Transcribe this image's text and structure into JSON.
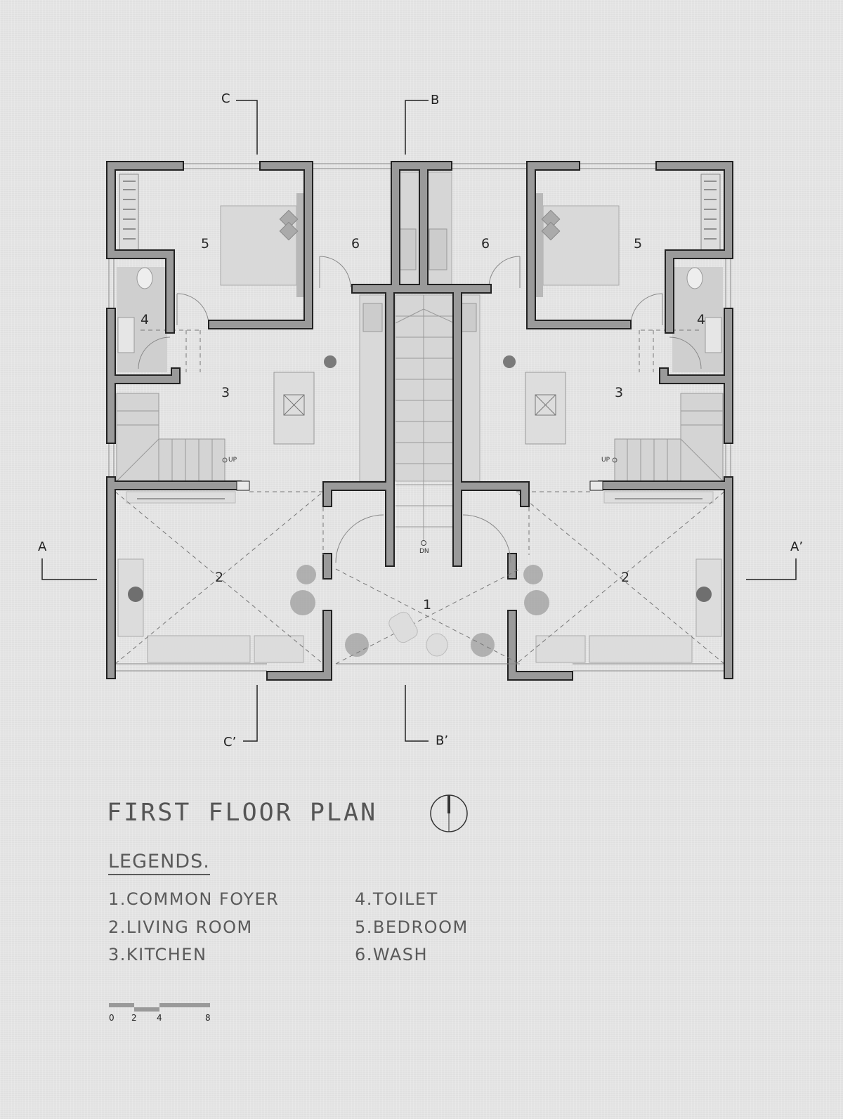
{
  "title": "FIRST FLOOR PLAN",
  "legend_heading": "LEGENDS.",
  "legend": [
    "1.COMMON FOYER",
    "2.LIVING ROOM",
    "3.KITCHEN",
    "4.TOILET",
    "5.BEDROOM",
    "6.WASH"
  ],
  "room_numbers": {
    "foyer": "1",
    "living_left": "2",
    "living_right": "2",
    "kitchen_left": "3",
    "kitchen_right": "3",
    "toilet_left": "4",
    "toilet_right": "4",
    "bedroom_left": "5",
    "bedroom_right": "5",
    "wash_left": "6",
    "wash_right": "6"
  },
  "stair_labels": {
    "up_left": "UP",
    "up_right": "UP",
    "down": "DN"
  },
  "section_markers": {
    "a": "A",
    "a_prime": "A’",
    "b": "B",
    "b_prime": "B’",
    "c": "C",
    "c_prime": "C’"
  },
  "scale_bar": {
    "ticks": [
      "0",
      "2",
      "4",
      "8"
    ]
  },
  "colors": {
    "wall": "#9a9a9a",
    "wall_outline": "#222222",
    "paper": "#e4e4e4",
    "text": "#5a5a5a"
  }
}
